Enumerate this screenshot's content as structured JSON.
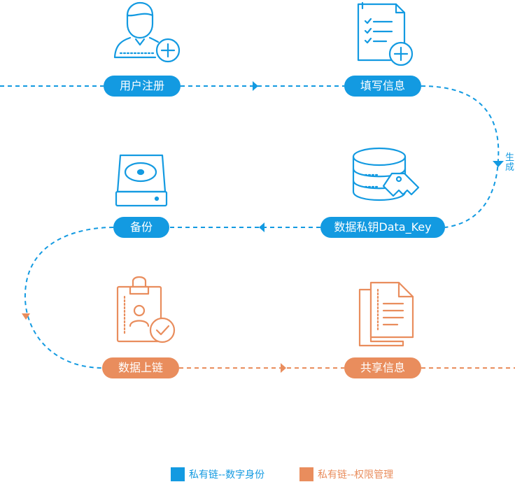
{
  "colors": {
    "blue": "#139ae1",
    "orange": "#e98d5d"
  },
  "steps": [
    {
      "label": "用户注册",
      "icon": "user-add-icon",
      "chain": "blue"
    },
    {
      "label": "填写信息",
      "icon": "form-add-icon",
      "chain": "blue"
    },
    {
      "label": "数据私钥Data_Key",
      "icon": "database-key-icon",
      "chain": "blue"
    },
    {
      "label": "备份",
      "icon": "hard-drive-icon",
      "chain": "blue"
    },
    {
      "label": "数据上链",
      "icon": "clipboard-person-check-icon",
      "chain": "orange"
    },
    {
      "label": "共享信息",
      "icon": "documents-icon",
      "chain": "orange"
    }
  ],
  "connector_label": "生成",
  "legend": [
    {
      "label": "私有链--数字身份",
      "color": "#139ae1"
    },
    {
      "label": "私有链--权限管理",
      "color": "#e98d5d"
    }
  ]
}
